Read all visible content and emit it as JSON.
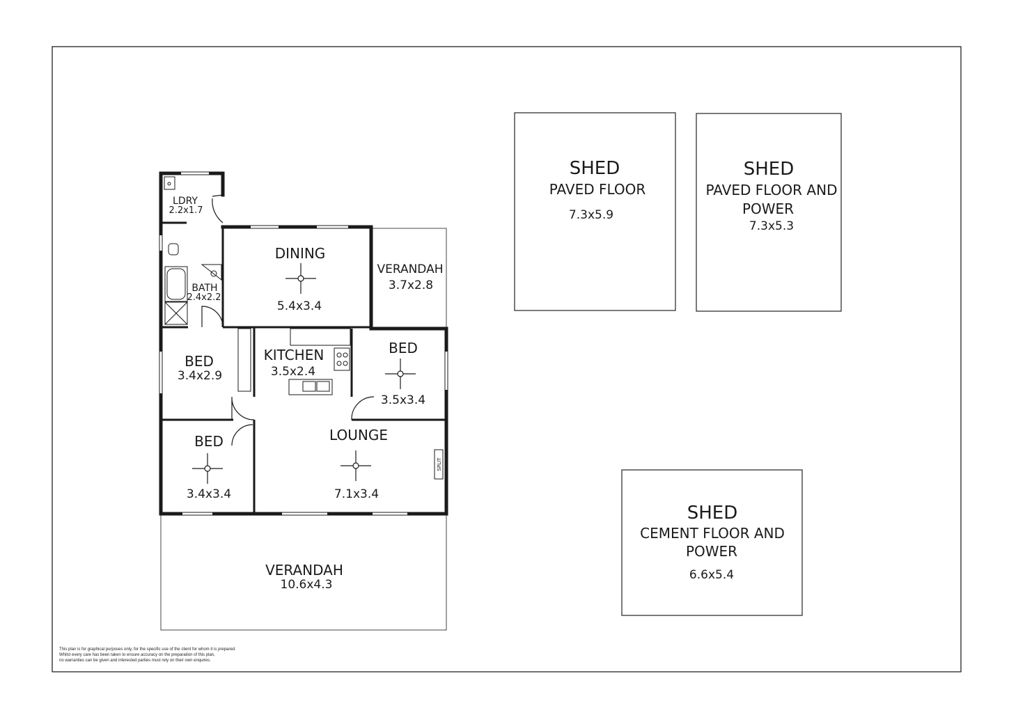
{
  "rooms": {
    "ldry": {
      "name": "LDRY",
      "size": "2.2x1.7"
    },
    "bath": {
      "name": "BATH",
      "size": "2.4x2.2"
    },
    "dining": {
      "name": "DINING",
      "size": "5.4x3.4"
    },
    "verandah_side": {
      "name": "VERANDAH",
      "size": "3.7x2.8"
    },
    "kitchen": {
      "name": "KITCHEN",
      "size": "3.5x2.4"
    },
    "bed1": {
      "name": "BED",
      "size": "3.4x2.9"
    },
    "bed2": {
      "name": "BED",
      "size": "3.5x3.4"
    },
    "bed3": {
      "name": "BED",
      "size": "3.4x3.4"
    },
    "lounge": {
      "name": "LOUNGE",
      "size": "7.1x3.4",
      "aircon": "SPLIT"
    },
    "verandah_front": {
      "name": "VERANDAH",
      "size": "10.6x4.3"
    }
  },
  "sheds": [
    {
      "title": "SHED",
      "line1": "PAVED FLOOR",
      "line2": "",
      "size": "7.3x5.9"
    },
    {
      "title": "SHED",
      "line1": "PAVED FLOOR AND",
      "line2": "POWER",
      "size": "7.3x5.3"
    },
    {
      "title": "SHED",
      "line1": "CEMENT FLOOR AND",
      "line2": "POWER",
      "size": "6.6x5.4"
    }
  ],
  "disclaimer": {
    "line1": "This plan is for graphical purposes only, for the specific use of the client for whom it is prepared.",
    "line2": "Whilst every care has been taken to ensure accuracy on the preparation of this plan,",
    "line3": "no warranties can be given and interested parties must rely on their own enquires."
  }
}
